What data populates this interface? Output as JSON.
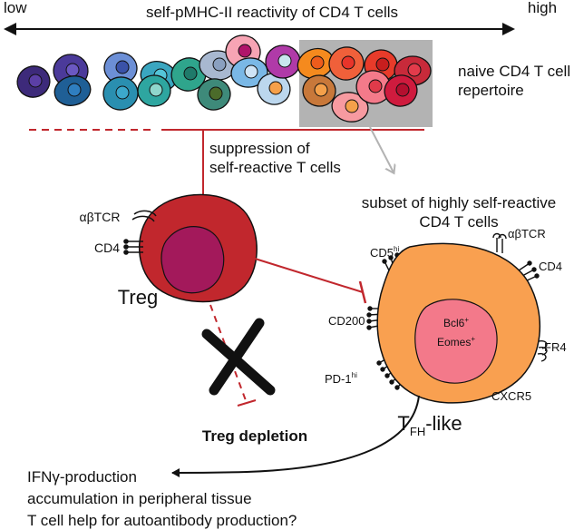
{
  "axis": {
    "low": "low",
    "high": "high",
    "title": "self-pMHC-II reactivity of CD4 T cells"
  },
  "repertoire_label": [
    "naive CD4 T cell",
    "repertoire"
  ],
  "suppression_label": [
    "suppression of",
    "self-reactive T cells"
  ],
  "subset_label": [
    "subset of highly self-reactive",
    "CD4 T cells"
  ],
  "treg": {
    "name": "Treg",
    "receptors": {
      "tcr": "αβTCR",
      "cd4": "CD4"
    }
  },
  "tfh": {
    "name_prefix": "T",
    "name_subscript": "FH",
    "name_suffix": "-like",
    "nucleus_line1_main": "Bcl6",
    "nucleus_line1_sup": "+",
    "nucleus_line2_main": "Eomes",
    "nucleus_line2_sup": "+",
    "markers": {
      "cd5_main": "CD5",
      "cd5_sup": "hi",
      "tcr": "αβTCR",
      "cd4": "CD4",
      "cd200": "CD200",
      "fr4": "FR4",
      "pd1_main": "PD-1",
      "pd1_sup": "hi",
      "cxcr5": "CXCR5"
    }
  },
  "treg_depletion": "Treg depletion",
  "outcomes": [
    "IFNγ-production",
    "accumulation in peripheral tissue",
    "T cell help for autoantibody production?"
  ],
  "colors": {
    "treg_body": "#c1272d",
    "treg_nucleus": "#a3195b",
    "tfh_body": "#f9a050",
    "tfh_nucleus": "#f3798a",
    "suppression_line": "#c1272d",
    "highlight_box": "#b3b3b3"
  }
}
